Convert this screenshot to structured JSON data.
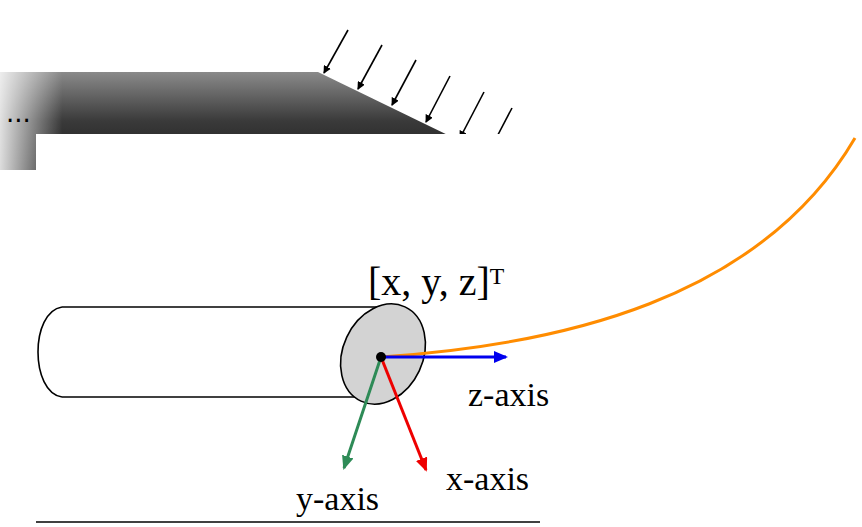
{
  "diagram": {
    "labels": [
      "...",
      "[x, y, z]ᵀ",
      "z-axis",
      "x-axis",
      "y-axis"
    ]
  }
}
